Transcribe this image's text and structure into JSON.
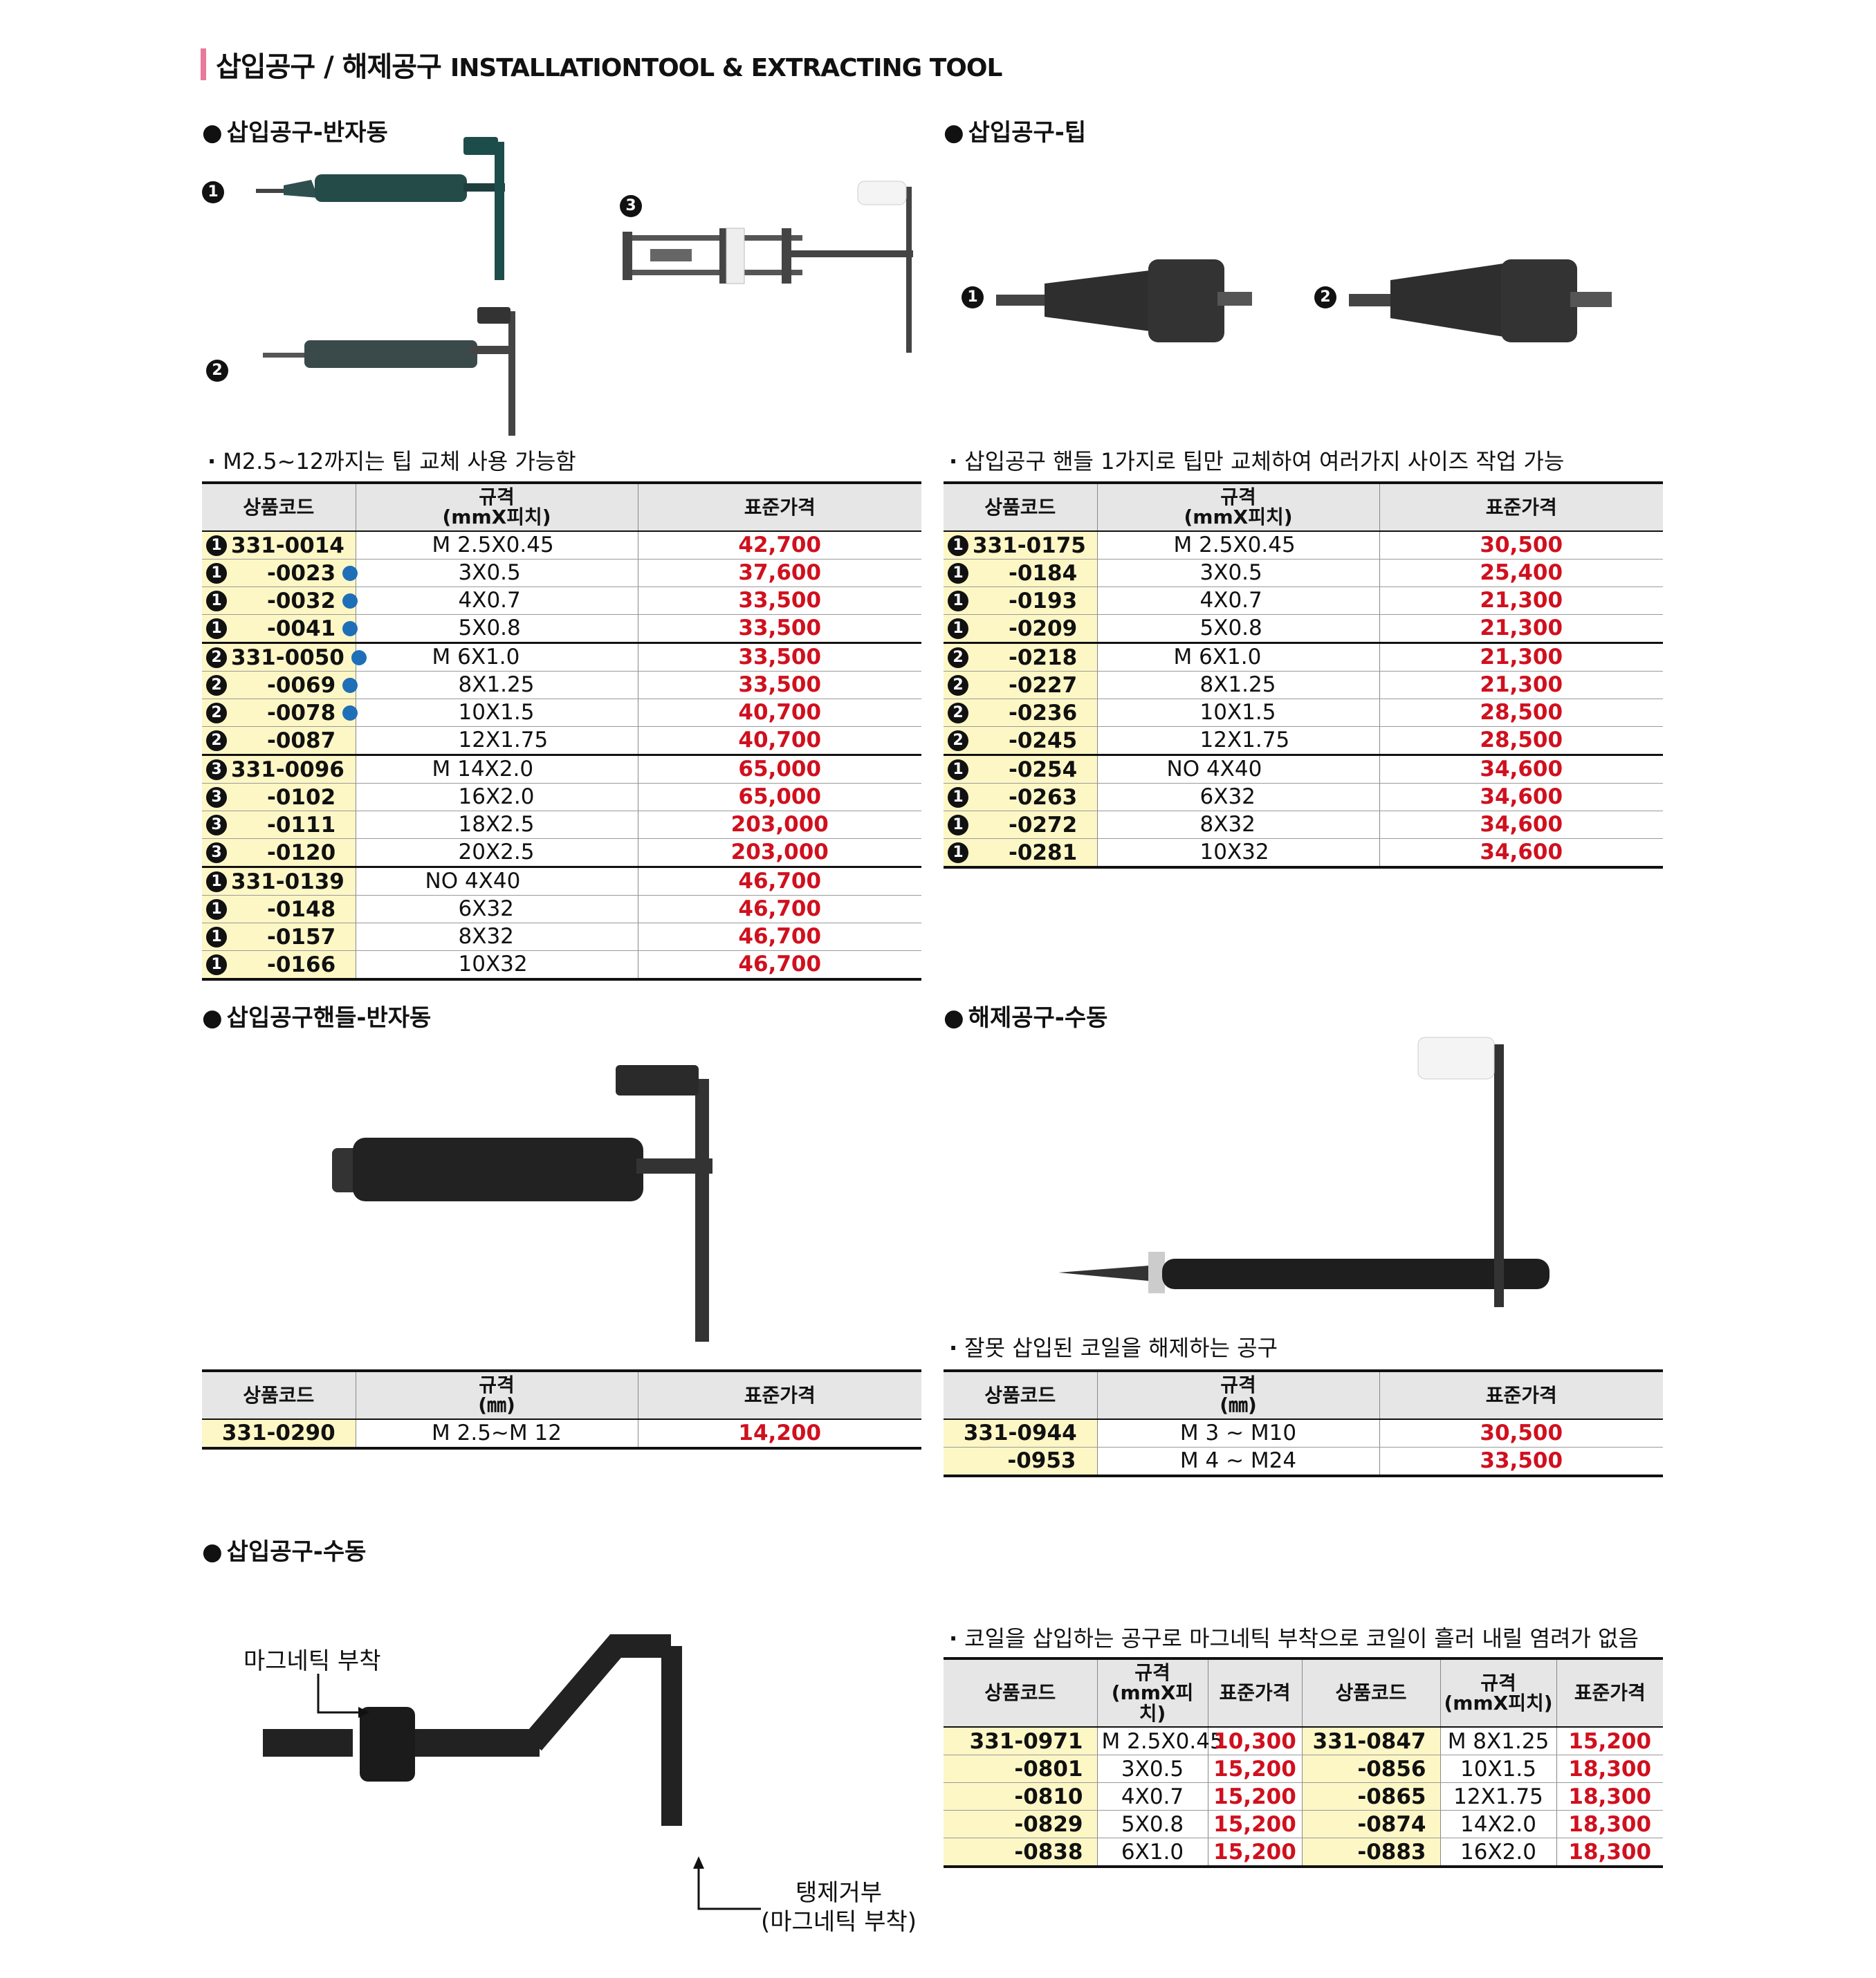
{
  "header": {
    "title_kr": "삽입공구 / 해제공구",
    "title_en": "INSTALLATIONTOOL & EXTRACTING TOOL"
  },
  "sections": {
    "semi_auto": "삽입공구-반자동",
    "tip": "삽입공구-팁",
    "handle": "삽입공구핸들-반자동",
    "extract": "해제공구-수동",
    "manual": "삽입공구-수동"
  },
  "notes": {
    "semi_auto": "M2.5~12까지는 팁 교체 사용 가능함",
    "tip": "삽입공구 핸들 1가지로 팁만 교체하여 여러가지 사이즈 작업 가능",
    "extract": "잘못 삽입된 코일을 해제하는 공구",
    "manual": "코일을 삽입하는 공구로 마그네틱 부착으로 코일이 흘러 내릴 염려가 없음"
  },
  "labels": {
    "magnetic": "마그네틱 부착",
    "tang_line1": "탱제거부",
    "tang_line2": "(마그네틱 부착)"
  },
  "image_markers": {
    "m1": "1",
    "m2": "2",
    "m3": "3"
  },
  "headers": {
    "code": "상품코드",
    "spec_pitch_1": "규격",
    "spec_pitch_2": "(mmX피치)",
    "spec_mm_2": "(㎜)",
    "price": "표준가격"
  },
  "table_semi_auto": [
    {
      "n": "1",
      "code": "331-0014",
      "spec": "M 2.5X0.45",
      "price": "42,700",
      "dot": false,
      "grp": false
    },
    {
      "n": "1",
      "code": "-0023",
      "spec": "3X0.5",
      "price": "37,600",
      "dot": true,
      "grp": false
    },
    {
      "n": "1",
      "code": "-0032",
      "spec": "4X0.7",
      "price": "33,500",
      "dot": true,
      "grp": false
    },
    {
      "n": "1",
      "code": "-0041",
      "spec": "5X0.8",
      "price": "33,500",
      "dot": true,
      "grp": false
    },
    {
      "n": "2",
      "code": "331-0050",
      "spec": "M 6X1.0",
      "price": "33,500",
      "dot": true,
      "grp": true
    },
    {
      "n": "2",
      "code": "-0069",
      "spec": "8X1.25",
      "price": "33,500",
      "dot": true,
      "grp": false
    },
    {
      "n": "2",
      "code": "-0078",
      "spec": "10X1.5",
      "price": "40,700",
      "dot": true,
      "grp": false
    },
    {
      "n": "2",
      "code": "-0087",
      "spec": "12X1.75",
      "price": "40,700",
      "dot": false,
      "grp": false
    },
    {
      "n": "3",
      "code": "331-0096",
      "spec": "M 14X2.0",
      "price": "65,000",
      "dot": false,
      "grp": true
    },
    {
      "n": "3",
      "code": "-0102",
      "spec": "16X2.0",
      "price": "65,000",
      "dot": false,
      "grp": false
    },
    {
      "n": "3",
      "code": "-0111",
      "spec": "18X2.5",
      "price": "203,000",
      "dot": false,
      "grp": false
    },
    {
      "n": "3",
      "code": "-0120",
      "spec": "20X2.5",
      "price": "203,000",
      "dot": false,
      "grp": false
    },
    {
      "n": "1",
      "code": "331-0139",
      "spec": "NO 4X40",
      "price": "46,700",
      "dot": false,
      "grp": true
    },
    {
      "n": "1",
      "code": "-0148",
      "spec": "6X32",
      "price": "46,700",
      "dot": false,
      "grp": false
    },
    {
      "n": "1",
      "code": "-0157",
      "spec": "8X32",
      "price": "46,700",
      "dot": false,
      "grp": false
    },
    {
      "n": "1",
      "code": "-0166",
      "spec": "10X32",
      "price": "46,700",
      "dot": false,
      "grp": false
    }
  ],
  "table_tip": [
    {
      "n": "1",
      "code": "331-0175",
      "spec": "M 2.5X0.45",
      "price": "30,500",
      "grp": false
    },
    {
      "n": "1",
      "code": "-0184",
      "spec": "3X0.5",
      "price": "25,400",
      "grp": false
    },
    {
      "n": "1",
      "code": "-0193",
      "spec": "4X0.7",
      "price": "21,300",
      "grp": false
    },
    {
      "n": "1",
      "code": "-0209",
      "spec": "5X0.8",
      "price": "21,300",
      "grp": false
    },
    {
      "n": "2",
      "code": "-0218",
      "spec": "M 6X1.0",
      "price": "21,300",
      "grp": true
    },
    {
      "n": "2",
      "code": "-0227",
      "spec": "8X1.25",
      "price": "21,300",
      "grp": false
    },
    {
      "n": "2",
      "code": "-0236",
      "spec": "10X1.5",
      "price": "28,500",
      "grp": false
    },
    {
      "n": "2",
      "code": "-0245",
      "spec": "12X1.75",
      "price": "28,500",
      "grp": false
    },
    {
      "n": "1",
      "code": "-0254",
      "spec": "NO 4X40",
      "price": "34,600",
      "grp": true
    },
    {
      "n": "1",
      "code": "-0263",
      "spec": "6X32",
      "price": "34,600",
      "grp": false
    },
    {
      "n": "1",
      "code": "-0272",
      "spec": "8X32",
      "price": "34,600",
      "grp": false
    },
    {
      "n": "1",
      "code": "-0281",
      "spec": "10X32",
      "price": "34,600",
      "grp": false
    }
  ],
  "table_handle": [
    {
      "code": "331-0290",
      "spec": "M 2.5~M 12",
      "price": "14,200"
    }
  ],
  "table_extract": [
    {
      "code": "331-0944",
      "spec": "M 3 ~ M10",
      "price": "30,500"
    },
    {
      "code": "-0953",
      "spec": "M 4 ~ M24",
      "price": "33,500"
    }
  ],
  "table_manual": [
    {
      "code1": "331-0971",
      "spec1": "M 2.5X0.45",
      "price1": "10,300",
      "code2": "331-0847",
      "spec2": "M 8X1.25",
      "price2": "15,200"
    },
    {
      "code1": "-0801",
      "spec1": "3X0.5",
      "price1": "15,200",
      "code2": "-0856",
      "spec2": "10X1.5",
      "price2": "18,300"
    },
    {
      "code1": "-0810",
      "spec1": "4X0.7",
      "price1": "15,200",
      "code2": "-0865",
      "spec2": "12X1.75",
      "price2": "18,300"
    },
    {
      "code1": "-0829",
      "spec1": "5X0.8",
      "price1": "15,200",
      "code2": "-0874",
      "spec2": "14X2.0",
      "price2": "18,300"
    },
    {
      "code1": "-0838",
      "spec1": "6X1.0",
      "price1": "15,200",
      "code2": "-0883",
      "spec2": "16X2.0",
      "price2": "18,300"
    }
  ],
  "colors": {
    "price": "#d0101e",
    "code_bg": "#fdf7c6",
    "header_bg": "#e6e6e6",
    "accent": "#e87a9a",
    "dot": "#1f6fb8"
  }
}
